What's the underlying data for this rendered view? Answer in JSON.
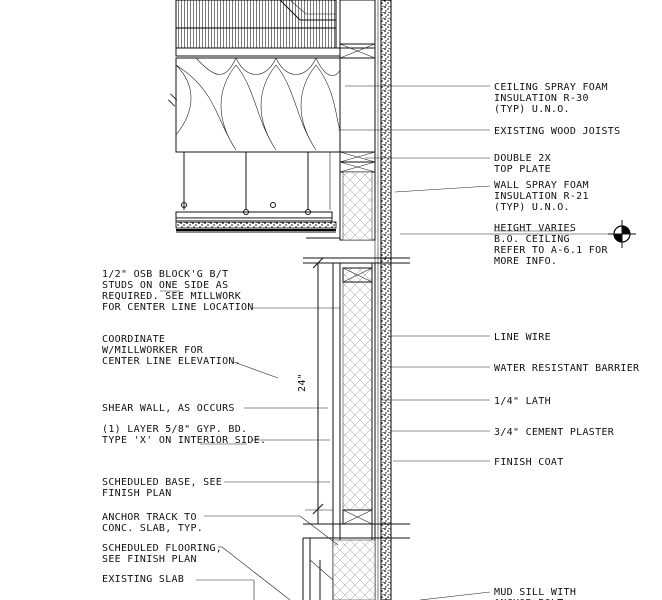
{
  "drawing": {
    "right_labels": [
      {
        "id": "ceiling-spray-foam",
        "lines": [
          "CEILING SPRAY FOAM",
          "INSULATION R-30",
          "(TYP) U.N.O."
        ]
      },
      {
        "id": "existing-wood-joists",
        "lines": [
          "EXISTING WOOD JOISTS"
        ]
      },
      {
        "id": "double-top-plate",
        "lines": [
          "DOUBLE 2X",
          "TOP PLATE"
        ]
      },
      {
        "id": "wall-spray-foam",
        "lines": [
          "WALL SPRAY FOAM",
          "INSULATION R-21",
          "(TYP) U.N.O."
        ]
      },
      {
        "id": "height-varies",
        "lines": [
          "HEIGHT VARIES",
          "B.O. CEILING",
          "REFER TO A-6.1 FOR",
          "MORE INFO."
        ]
      },
      {
        "id": "line-wire",
        "lines": [
          "LINE WIRE"
        ]
      },
      {
        "id": "water-resistant-barrier",
        "lines": [
          "WATER RESISTANT BARRIER"
        ]
      },
      {
        "id": "lath",
        "lines": [
          "1/4\" LATH"
        ]
      },
      {
        "id": "cement-plaster",
        "lines": [
          "3/4\" CEMENT PLASTER"
        ]
      },
      {
        "id": "finish-coat",
        "lines": [
          "FINISH COAT"
        ]
      },
      {
        "id": "mud-sill",
        "lines": [
          "MUD SILL WITH",
          "ANCHOR BOLT"
        ]
      }
    ],
    "left_labels": [
      {
        "id": "osb-blocking",
        "lines": [
          "1/2\" OSB BLOCK'G B/T",
          "STUDS ON ONE SIDE AS",
          "REQUIRED. SEE MILLWORK",
          "FOR CENTER LINE LOCATION"
        ]
      },
      {
        "id": "coordinate",
        "lines": [
          "COORDINATE",
          "W/MILLWORKER FOR",
          "CENTER LINE ELEVATION."
        ]
      },
      {
        "id": "shear-wall",
        "lines": [
          "SHEAR WALL, AS OCCURS"
        ]
      },
      {
        "id": "gyp-bd",
        "lines": [
          "(1)  LAYER 5/8\" GYP. BD.",
          "TYPE 'X' ON INTERIOR SIDE."
        ]
      },
      {
        "id": "scheduled-base",
        "lines": [
          "SCHEDULED BASE, SEE",
          "FINISH PLAN"
        ]
      },
      {
        "id": "anchor-track",
        "lines": [
          "ANCHOR TRACK TO",
          "CONC. SLAB, TYP."
        ]
      },
      {
        "id": "scheduled-flooring",
        "lines": [
          "SCHEDULED FLOORING,",
          "SEE FINISH PLAN"
        ]
      },
      {
        "id": "existing-slab",
        "lines": [
          "EXISTING SLAB"
        ]
      }
    ],
    "dimension": "24\""
  }
}
